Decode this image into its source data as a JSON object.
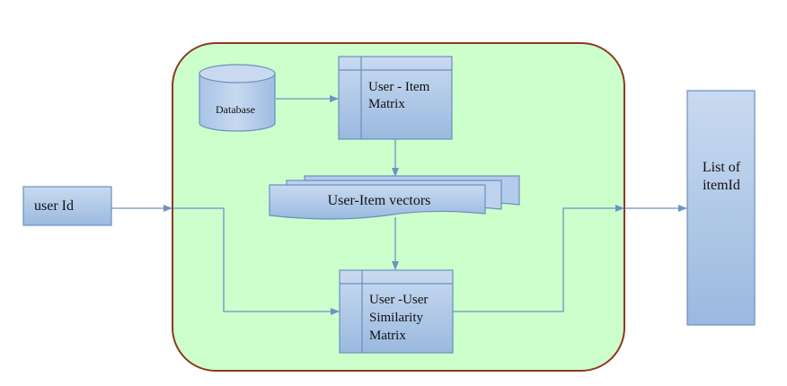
{
  "diagram": {
    "nodes": {
      "database": {
        "label": "Database"
      },
      "user_item_matrix": {
        "lines": [
          "User - Item",
          "Matrix"
        ]
      },
      "user_item_vectors": {
        "label": "User-Item vectors"
      },
      "user_user_matrix": {
        "lines": [
          "User -User",
          "Similarity",
          "Matrix"
        ]
      },
      "user_id": {
        "label": "user Id"
      },
      "list_of_itemid": {
        "lines": [
          "List of",
          "itemId"
        ]
      }
    },
    "colors": {
      "container_fill": "#ccffcc",
      "container_stroke": "#8b3a1f",
      "node_fill_top": "#c9daf0",
      "node_fill_bottom": "#9ab9df",
      "node_stroke": "#6b8fbf",
      "arrow": "#6f92c4"
    }
  }
}
